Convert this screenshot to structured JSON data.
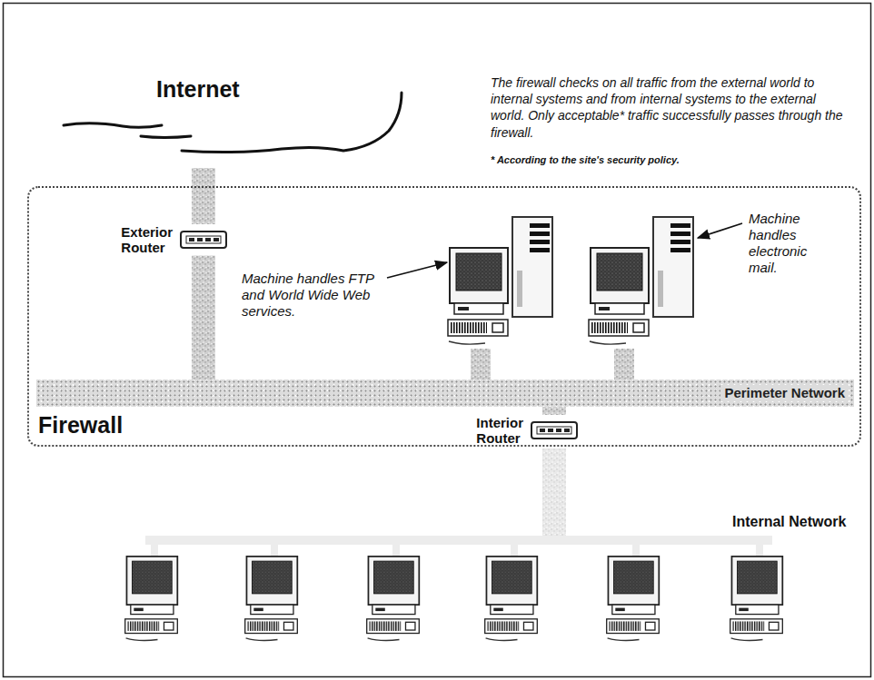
{
  "diagram": {
    "nodes": [
      {
        "text": [
          "Internet"
        ]
      },
      {
        "text": [
          "Firewall"
        ]
      },
      {
        "text": [
          "Exterior Router"
        ],
        "in": 1
      },
      {
        "text": [
          "Perimeter Network"
        ],
        "in": 1
      },
      {
        "text": [
          "Interior Router"
        ],
        "in": 1
      }
    ],
    "edges": [
      {
        "from": 0,
        "to": 2,
        "arrow": "none"
      },
      {
        "from": 2,
        "to": 3,
        "arrow": "none"
      },
      {
        "from": 3,
        "to": 4,
        "arrow": "none"
      }
    ],
    "labels": [
      "The firewall checks on all traffic from the external world to internal systems and from internal systems to the external world. Only acceptable* traffic successfully passes through the firewall.",
      "* According to the site's security policy.",
      "Machine handles FTP and World Wide Web services.",
      "Machine handles electronic mail.",
      "Internal Network"
    ]
  }
}
